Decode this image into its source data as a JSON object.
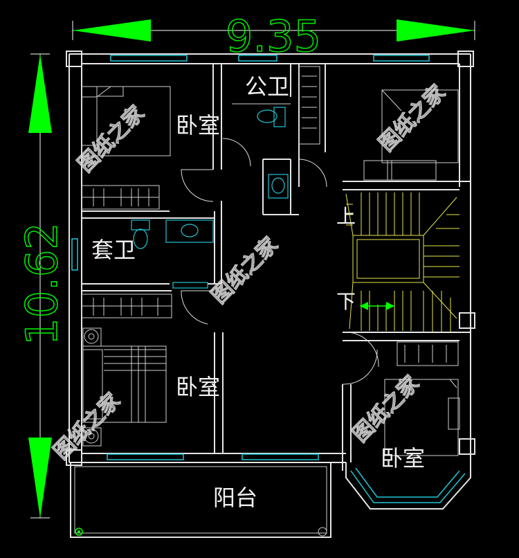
{
  "dimensions": {
    "width": "9.35",
    "height": "10.62"
  },
  "rooms": {
    "bedroom_top_left": "卧室",
    "public_bath": "公卫",
    "ensuite_bath": "套卫",
    "bedroom_bottom_left": "卧室",
    "bedroom_bottom_right": "卧室",
    "balcony": "阳台"
  },
  "stairs": {
    "up": "上",
    "down": "下"
  },
  "watermark": "图纸之家",
  "colors": {
    "background": "#000000",
    "walls": "#e6e6e6",
    "windows": "#20c8d8",
    "stairs": "#e8e84a",
    "dimensions": "#00ff00"
  }
}
